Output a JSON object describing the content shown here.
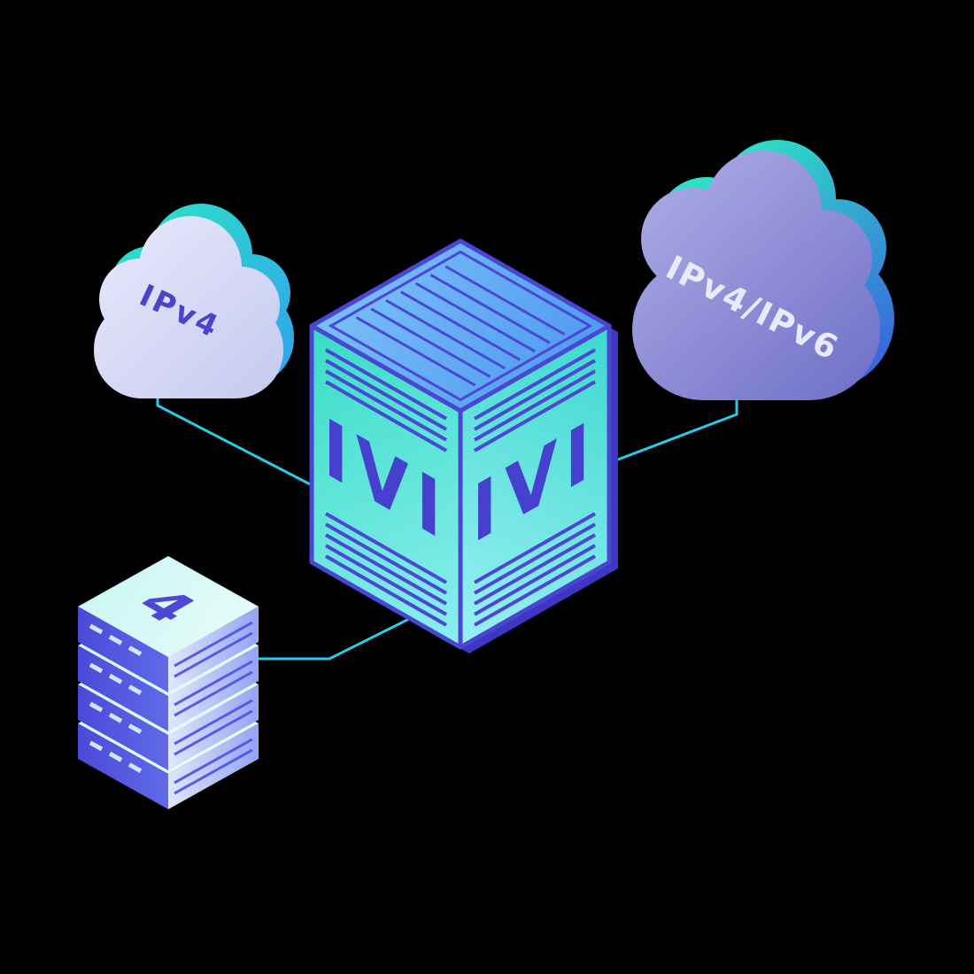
{
  "scene": {
    "background": "#000000",
    "labels": {
      "left_cloud": "IPv4",
      "right_cloud": "IPv4/IPv6",
      "cube_left_face": "IVI",
      "cube_right_face": "IVI",
      "server_stack": "4"
    },
    "colors": {
      "connector_cyan": "#2acbe8",
      "cloud_left_front": "#dcdef8",
      "cloud_right_front_top": "#a5a5e2",
      "cloud_right_front_bottom": "#7170c8",
      "accent_teal": "#2ee8c2",
      "accent_blue": "#2f9ff0",
      "cube_face_teal": "#3cdcc8",
      "cube_face_light": "#8feef2",
      "cube_top_blue": "#63aef6",
      "indigo_outline": "#4a45d2",
      "text_indigo": "#4540cd",
      "text_light": "#e9eafb"
    }
  }
}
